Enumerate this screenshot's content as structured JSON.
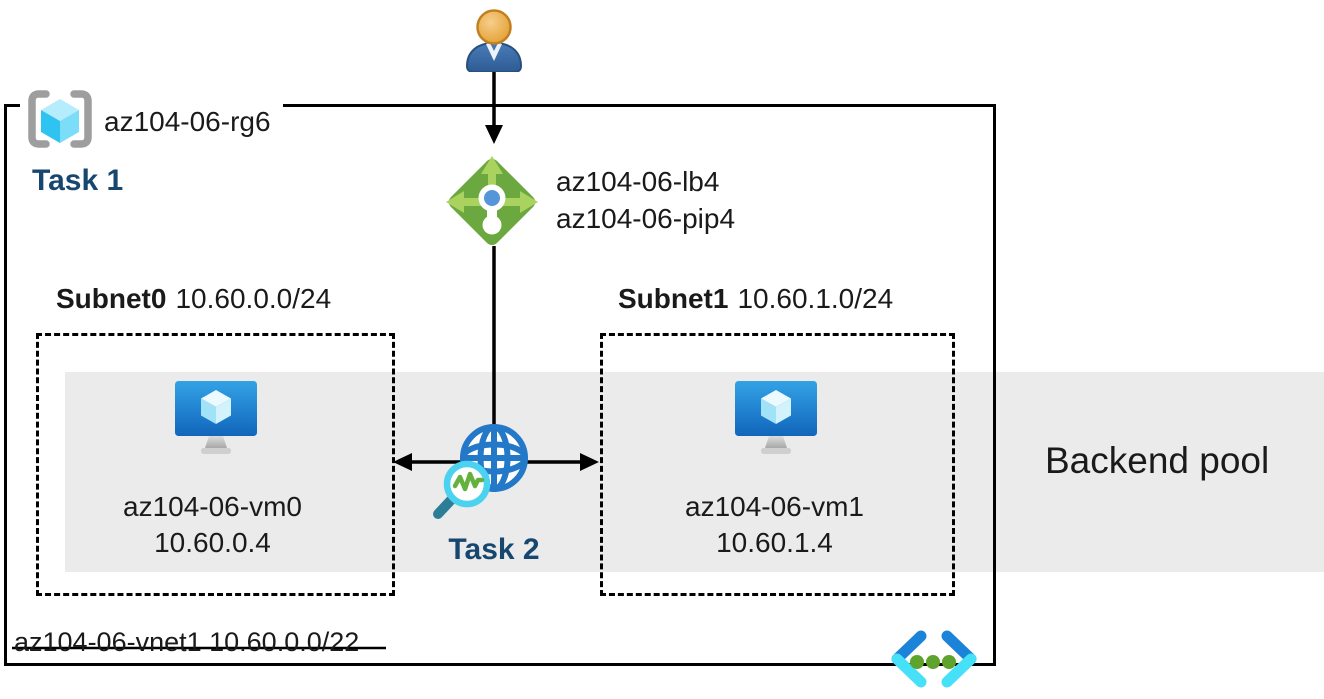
{
  "resource_group": {
    "name": "az104-06-rg6",
    "task": "Task 1",
    "icon": "resource-group-icon"
  },
  "load_balancer": {
    "name": "az104-06-lb4",
    "public_ip": "az104-06-pip4",
    "icon": "load-balancer-icon"
  },
  "monitor": {
    "task": "Task 2",
    "icon": "network-watcher-icon"
  },
  "user": {
    "icon": "user-icon"
  },
  "subnets": [
    {
      "name": "Subnet0",
      "cidr": "10.60.0.0/24",
      "vm": {
        "name": "az104-06-vm0",
        "ip": "10.60.0.4",
        "icon": "virtual-machine-icon"
      }
    },
    {
      "name": "Subnet1",
      "cidr": "10.60.1.0/24",
      "vm": {
        "name": "az104-06-vm1",
        "ip": "10.60.1.4",
        "icon": "virtual-machine-icon"
      }
    }
  ],
  "vnet": {
    "label": "az104-06-vnet1 10.60.0.0/22",
    "icon": "virtual-network-icon"
  },
  "backend_pool": {
    "label": "Backend pool"
  },
  "colors": {
    "band_gray": "#EBEBEB",
    "task_text_navy": "#17466E",
    "lb_diamond_green": "#6BA840",
    "lb_arrow_green": "#A9D25F",
    "lb_dot_blue": "#5596D8",
    "globe_blue": "#2478C8",
    "magnifier_ring_cyan": "#4AD2EE",
    "zigzag_green": "#64B23D",
    "handle_teal": "#2C7E97",
    "vm_screen_top_blue": "#33A2E6",
    "vm_screen_bottom_blue": "#1166BB",
    "cube_cyan": "#2EC3F0",
    "rg_bracket_gray": "#9E9E9E",
    "person_head_orange": "#E8A33D",
    "person_body_blue": "#3A6FB0",
    "vnet_chevron_dark_blue": "#1B84D8",
    "vnet_chevron_cyan": "#46E0F8",
    "vnet_dot_green": "#5EA32C",
    "line_black": "#000000"
  }
}
